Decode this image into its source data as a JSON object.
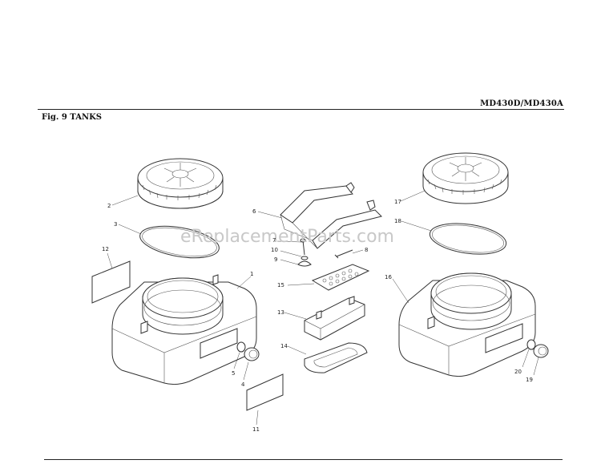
{
  "header": {
    "model": "MD430D/MD430A",
    "figure_title": "Fig. 9  TANKS"
  },
  "watermark": "eReplacementParts.com",
  "callouts": {
    "c1": "1",
    "c2": "2",
    "c3": "3",
    "c4": "4",
    "c5": "5",
    "c6": "6",
    "c7": "7",
    "c8": "8",
    "c9": "9",
    "c10": "10",
    "c11": "11",
    "c12": "12",
    "c13": "13",
    "c14": "14",
    "c15": "15",
    "c16": "16",
    "c17": "17",
    "c18": "18",
    "c19": "19",
    "c20": "20"
  }
}
